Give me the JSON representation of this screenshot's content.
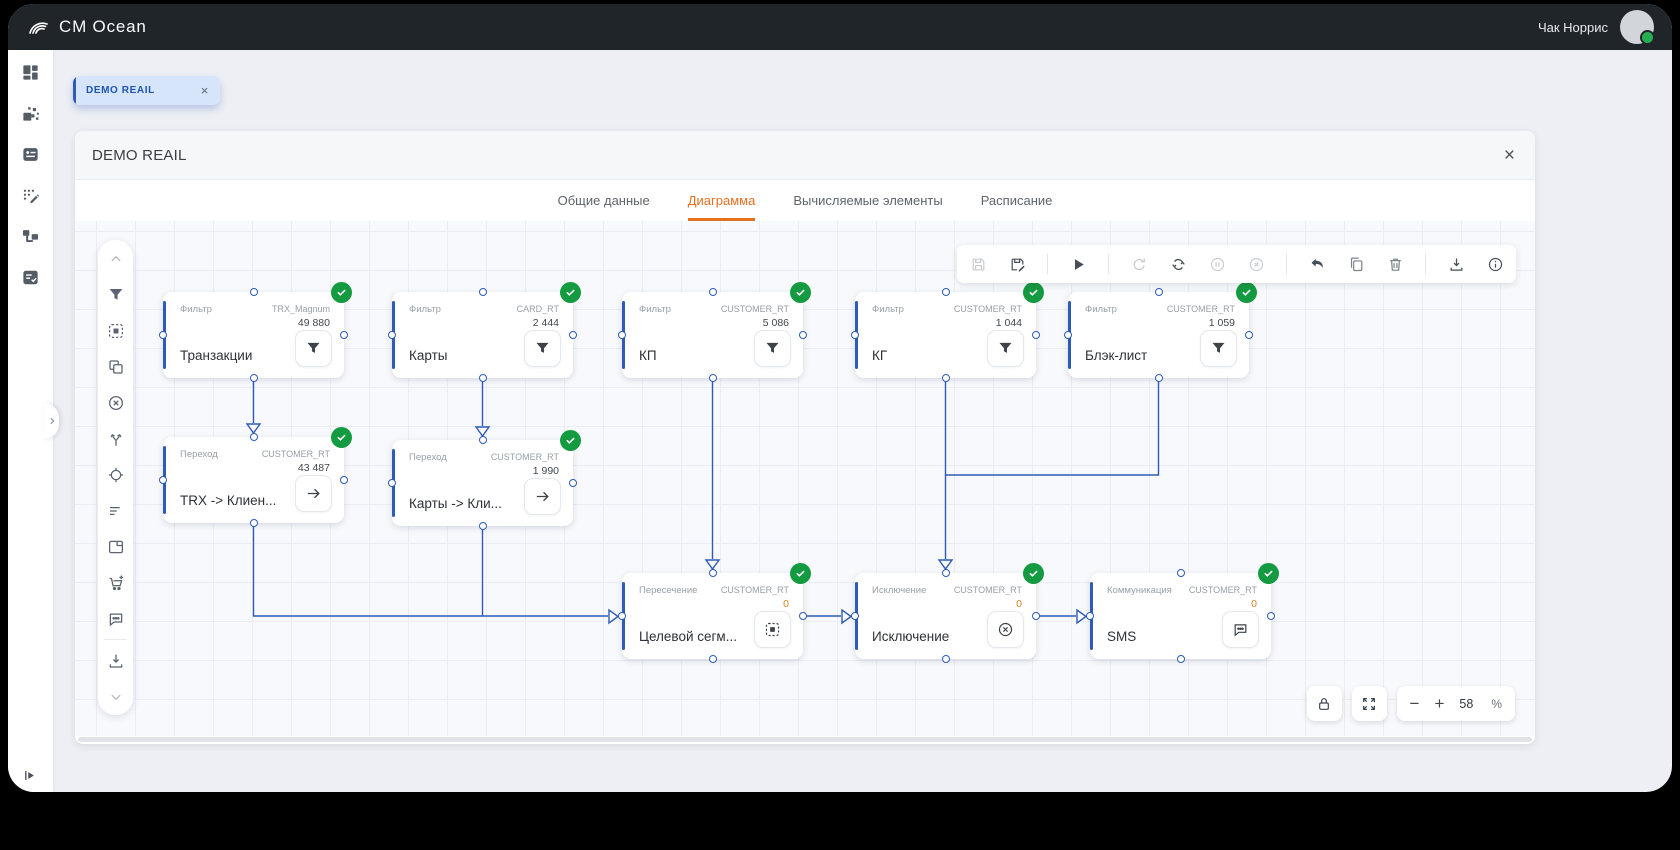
{
  "topbar": {
    "logo_text": "CM Ocean",
    "user_name": "Чак Норрис"
  },
  "sidebar": {
    "icons": [
      "dashboard",
      "segments",
      "cards-list",
      "draft-edit",
      "flows",
      "checklist"
    ]
  },
  "workspace_tab": {
    "label": "DEMO REAIL",
    "close_icon": "×"
  },
  "panel": {
    "title": "DEMO REAIL",
    "close_icon": "×",
    "tabs": [
      {
        "label": "Общие данные",
        "active": false
      },
      {
        "label": "Диаграмма",
        "active": true
      },
      {
        "label": "Вычисляемые элементы",
        "active": false
      },
      {
        "label": "Расписание",
        "active": false
      }
    ]
  },
  "palette": {
    "icons": [
      "scroll-up",
      "filter",
      "intersection",
      "union",
      "exclusion",
      "split",
      "target",
      "priority",
      "window",
      "cart",
      "communication",
      "export",
      "scroll-down"
    ]
  },
  "toolbar": {
    "icons": [
      "save",
      "save-as",
      "run",
      "refresh",
      "restart",
      "pause",
      "cancel",
      "undo",
      "copy",
      "delete",
      "download",
      "info"
    ]
  },
  "diagram": {
    "nodes": [
      {
        "type_label": "Фильтр",
        "source": "TRX_Magnum",
        "value": "49 880",
        "title": "Транзакции",
        "icon": "filter",
        "status": "success"
      },
      {
        "type_label": "Фильтр",
        "source": "CARD_RT",
        "value": "2 444",
        "title": "Карты",
        "icon": "filter",
        "status": "success"
      },
      {
        "type_label": "Фильтр",
        "source": "CUSTOMER_RT",
        "value": "5 086",
        "title": "КП",
        "icon": "filter",
        "status": "success"
      },
      {
        "type_label": "Фильтр",
        "source": "CUSTOMER_RT",
        "value": "1 044",
        "title": "КГ",
        "icon": "filter",
        "status": "success"
      },
      {
        "type_label": "Фильтр",
        "source": "CUSTOMER_RT",
        "value": "1 059",
        "title": "Блэк-лист",
        "icon": "filter",
        "status": "success"
      },
      {
        "type_label": "Переход",
        "source": "CUSTOMER_RT",
        "value": "43 487",
        "title": "TRX -> Клиен...",
        "icon": "arrow-right",
        "status": "success"
      },
      {
        "type_label": "Переход",
        "source": "CUSTOMER_RT",
        "value": "1 990",
        "title": "Карты -> Кли...",
        "icon": "arrow-right",
        "status": "success"
      },
      {
        "type_label": "Пересечение",
        "source": "CUSTOMER_RT",
        "value": "0",
        "title": "Целевой сегм...",
        "icon": "intersection",
        "status": "success"
      },
      {
        "type_label": "Исключение",
        "source": "CUSTOMER_RT",
        "value": "0",
        "title": "Исключение",
        "icon": "exclusion",
        "status": "success"
      },
      {
        "type_label": "Коммуникация",
        "source": "CUSTOMER_RT",
        "value": "0",
        "title": "SMS",
        "icon": "chat",
        "status": "success"
      }
    ],
    "edges": [
      {
        "from": "Транзакции",
        "to": "TRX -> Клиен..."
      },
      {
        "from": "Карты",
        "to": "Карты -> Кли..."
      },
      {
        "from": "КП",
        "to": "Целевой сегм..."
      },
      {
        "from": "КГ",
        "to": "Исключение"
      },
      {
        "from": "Блэк-лист",
        "to": "Исключение"
      },
      {
        "from": "TRX -> Клиен...",
        "to": "Целевой сегм..."
      },
      {
        "from": "Карты -> Кли...",
        "to": "Целевой сегм..."
      },
      {
        "from": "Целевой сегм...",
        "to": "Исключение"
      },
      {
        "from": "Исключение",
        "to": "SMS"
      }
    ]
  },
  "zoom_controls": {
    "minus": "−",
    "plus": "+",
    "value": "58",
    "unit": "%"
  },
  "colors": {
    "accent_blue": "#2d5bb5",
    "accent_orange": "#e4701e",
    "success_green": "#149a40",
    "topbar_bg": "#20252a",
    "chip_bg": "#d7e5fb",
    "chip_text": "#1d55b0"
  }
}
